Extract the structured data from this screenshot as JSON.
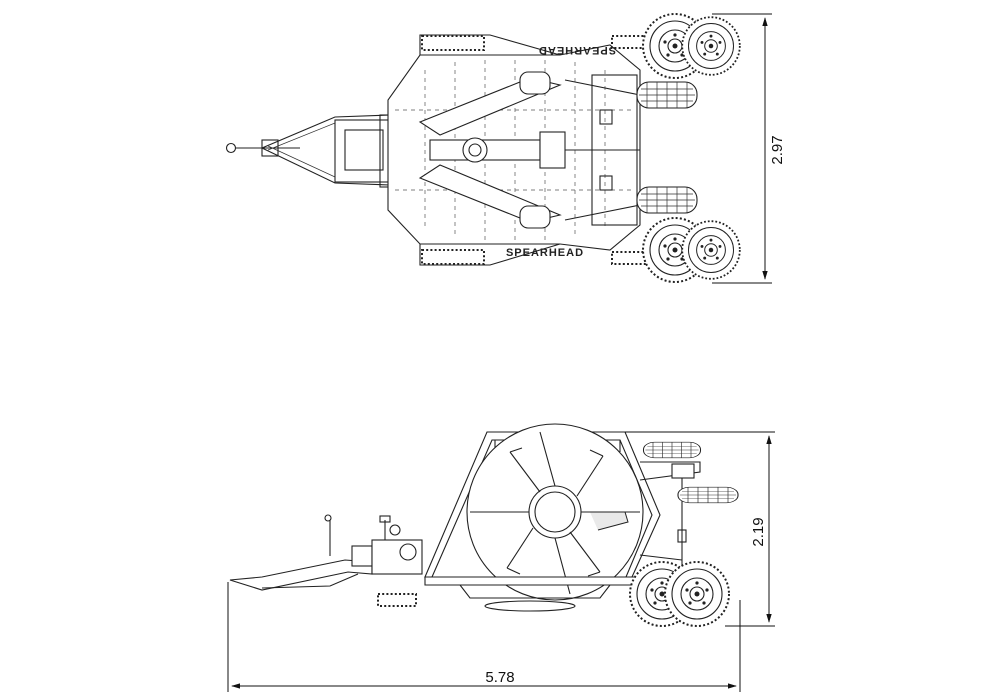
{
  "brand": {
    "left_deck": "SPEARHEAD",
    "right_deck": "SPEARHEAD"
  },
  "dimensions": {
    "width": "2.97",
    "height": "2.19",
    "length": "5.78"
  }
}
